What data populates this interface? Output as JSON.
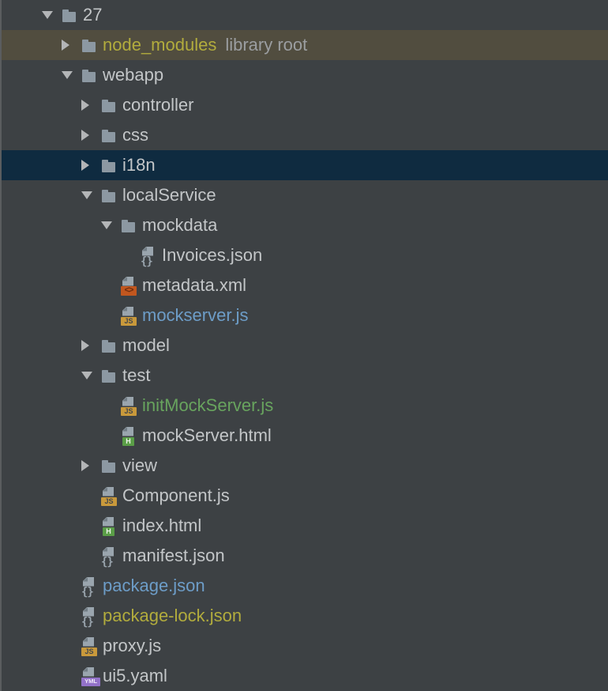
{
  "colors": {
    "background": "#3d4144",
    "selected_row": "#0f2b40",
    "library_root_row": "#514d3f",
    "text_default": "#c3c6c8",
    "text_olive": "#b2ac3d",
    "text_blue": "#6d9dc8",
    "text_green": "#68a45e",
    "text_gray": "#9b9ea1",
    "folder_icon": "#8c98a2",
    "file_page": "#9aa5ae",
    "js_badge": "#c9993b",
    "html_badge": "#5a9e47",
    "xml_badge": "#c2571f",
    "yaml_badge": "#9372c9"
  },
  "icons": {
    "js_badge": "JS",
    "html_badge": "H",
    "yaml_badge": "YML",
    "xml_badge": "<>",
    "json_glyph": "{}"
  },
  "tree": {
    "rows": [
      {
        "label": "27",
        "level": 0,
        "kind": "folder",
        "state": "expanded"
      },
      {
        "label": "node_modules",
        "level": 1,
        "kind": "folder",
        "state": "collapsed",
        "annotation": "library root",
        "row_highlight": "library-root"
      },
      {
        "label": "webapp",
        "level": 1,
        "kind": "folder",
        "state": "expanded"
      },
      {
        "label": "controller",
        "level": 2,
        "kind": "folder",
        "state": "collapsed"
      },
      {
        "label": "css",
        "level": 2,
        "kind": "folder",
        "state": "collapsed"
      },
      {
        "label": "i18n",
        "level": 2,
        "kind": "folder",
        "state": "collapsed",
        "row_highlight": "selected"
      },
      {
        "label": "localService",
        "level": 2,
        "kind": "folder",
        "state": "expanded"
      },
      {
        "label": "mockdata",
        "level": 3,
        "kind": "folder",
        "state": "expanded"
      },
      {
        "label": "Invoices.json",
        "level": 4,
        "kind": "file",
        "file_type": "json"
      },
      {
        "label": "metadata.xml",
        "level": 3,
        "kind": "file",
        "file_type": "xml"
      },
      {
        "label": "mockserver.js",
        "level": 3,
        "kind": "file",
        "file_type": "js",
        "label_color": "blue"
      },
      {
        "label": "model",
        "level": 2,
        "kind": "folder",
        "state": "collapsed"
      },
      {
        "label": "test",
        "level": 2,
        "kind": "folder",
        "state": "expanded"
      },
      {
        "label": "initMockServer.js",
        "level": 3,
        "kind": "file",
        "file_type": "js",
        "label_color": "green"
      },
      {
        "label": "mockServer.html",
        "level": 3,
        "kind": "file",
        "file_type": "html"
      },
      {
        "label": "view",
        "level": 2,
        "kind": "folder",
        "state": "collapsed"
      },
      {
        "label": "Component.js",
        "level": 2,
        "kind": "file",
        "file_type": "js"
      },
      {
        "label": "index.html",
        "level": 2,
        "kind": "file",
        "file_type": "html"
      },
      {
        "label": "manifest.json",
        "level": 2,
        "kind": "file",
        "file_type": "json"
      },
      {
        "label": "package.json",
        "level": 1,
        "kind": "file",
        "file_type": "json",
        "label_color": "blue"
      },
      {
        "label": "package-lock.json",
        "level": 1,
        "kind": "file",
        "file_type": "json",
        "label_color": "olive"
      },
      {
        "label": "proxy.js",
        "level": 1,
        "kind": "file",
        "file_type": "js"
      },
      {
        "label": "ui5.yaml",
        "level": 1,
        "kind": "file",
        "file_type": "yaml"
      }
    ]
  }
}
